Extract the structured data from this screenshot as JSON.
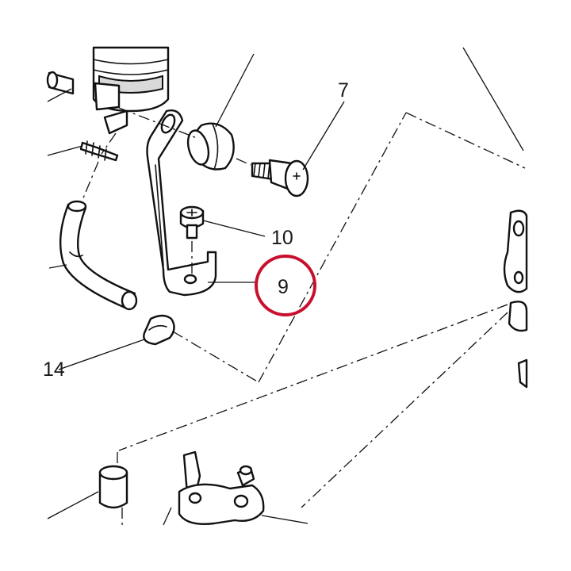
{
  "callouts": {
    "part_7": "7",
    "part_10": "10",
    "part_9": "9",
    "part_14": "14"
  },
  "highlight": {
    "target": "part_9",
    "color": "#c8102e"
  }
}
